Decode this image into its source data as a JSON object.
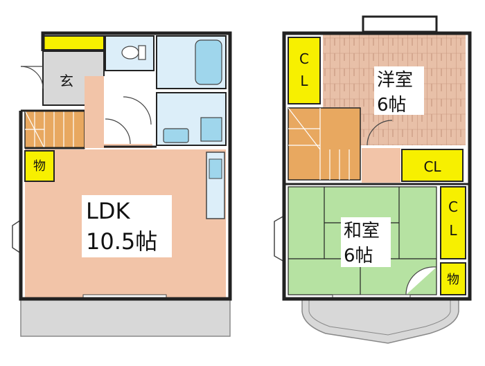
{
  "floor1": {
    "genkan": "玄",
    "storage": "物",
    "ldk": {
      "name": "LDK",
      "size": "10.5帖"
    }
  },
  "floor2": {
    "western": {
      "name": "洋室",
      "size": "6帖"
    },
    "japanese": {
      "name": "和室",
      "size": "6帖"
    },
    "closet_vertical": [
      "C",
      "L"
    ],
    "closet_horizontal": "CL",
    "storage": "物"
  },
  "colors": {
    "ldk": "#f2c4a8",
    "japanese": "#b6e2a2",
    "western": "#e8c0a8",
    "storage_yellow": "#f7f000",
    "wet_area": "#dceef9",
    "stairs": "#e8a860",
    "walls": "#222222",
    "balcony": "#d8d8d8",
    "genkan": "#d8d8d8"
  }
}
